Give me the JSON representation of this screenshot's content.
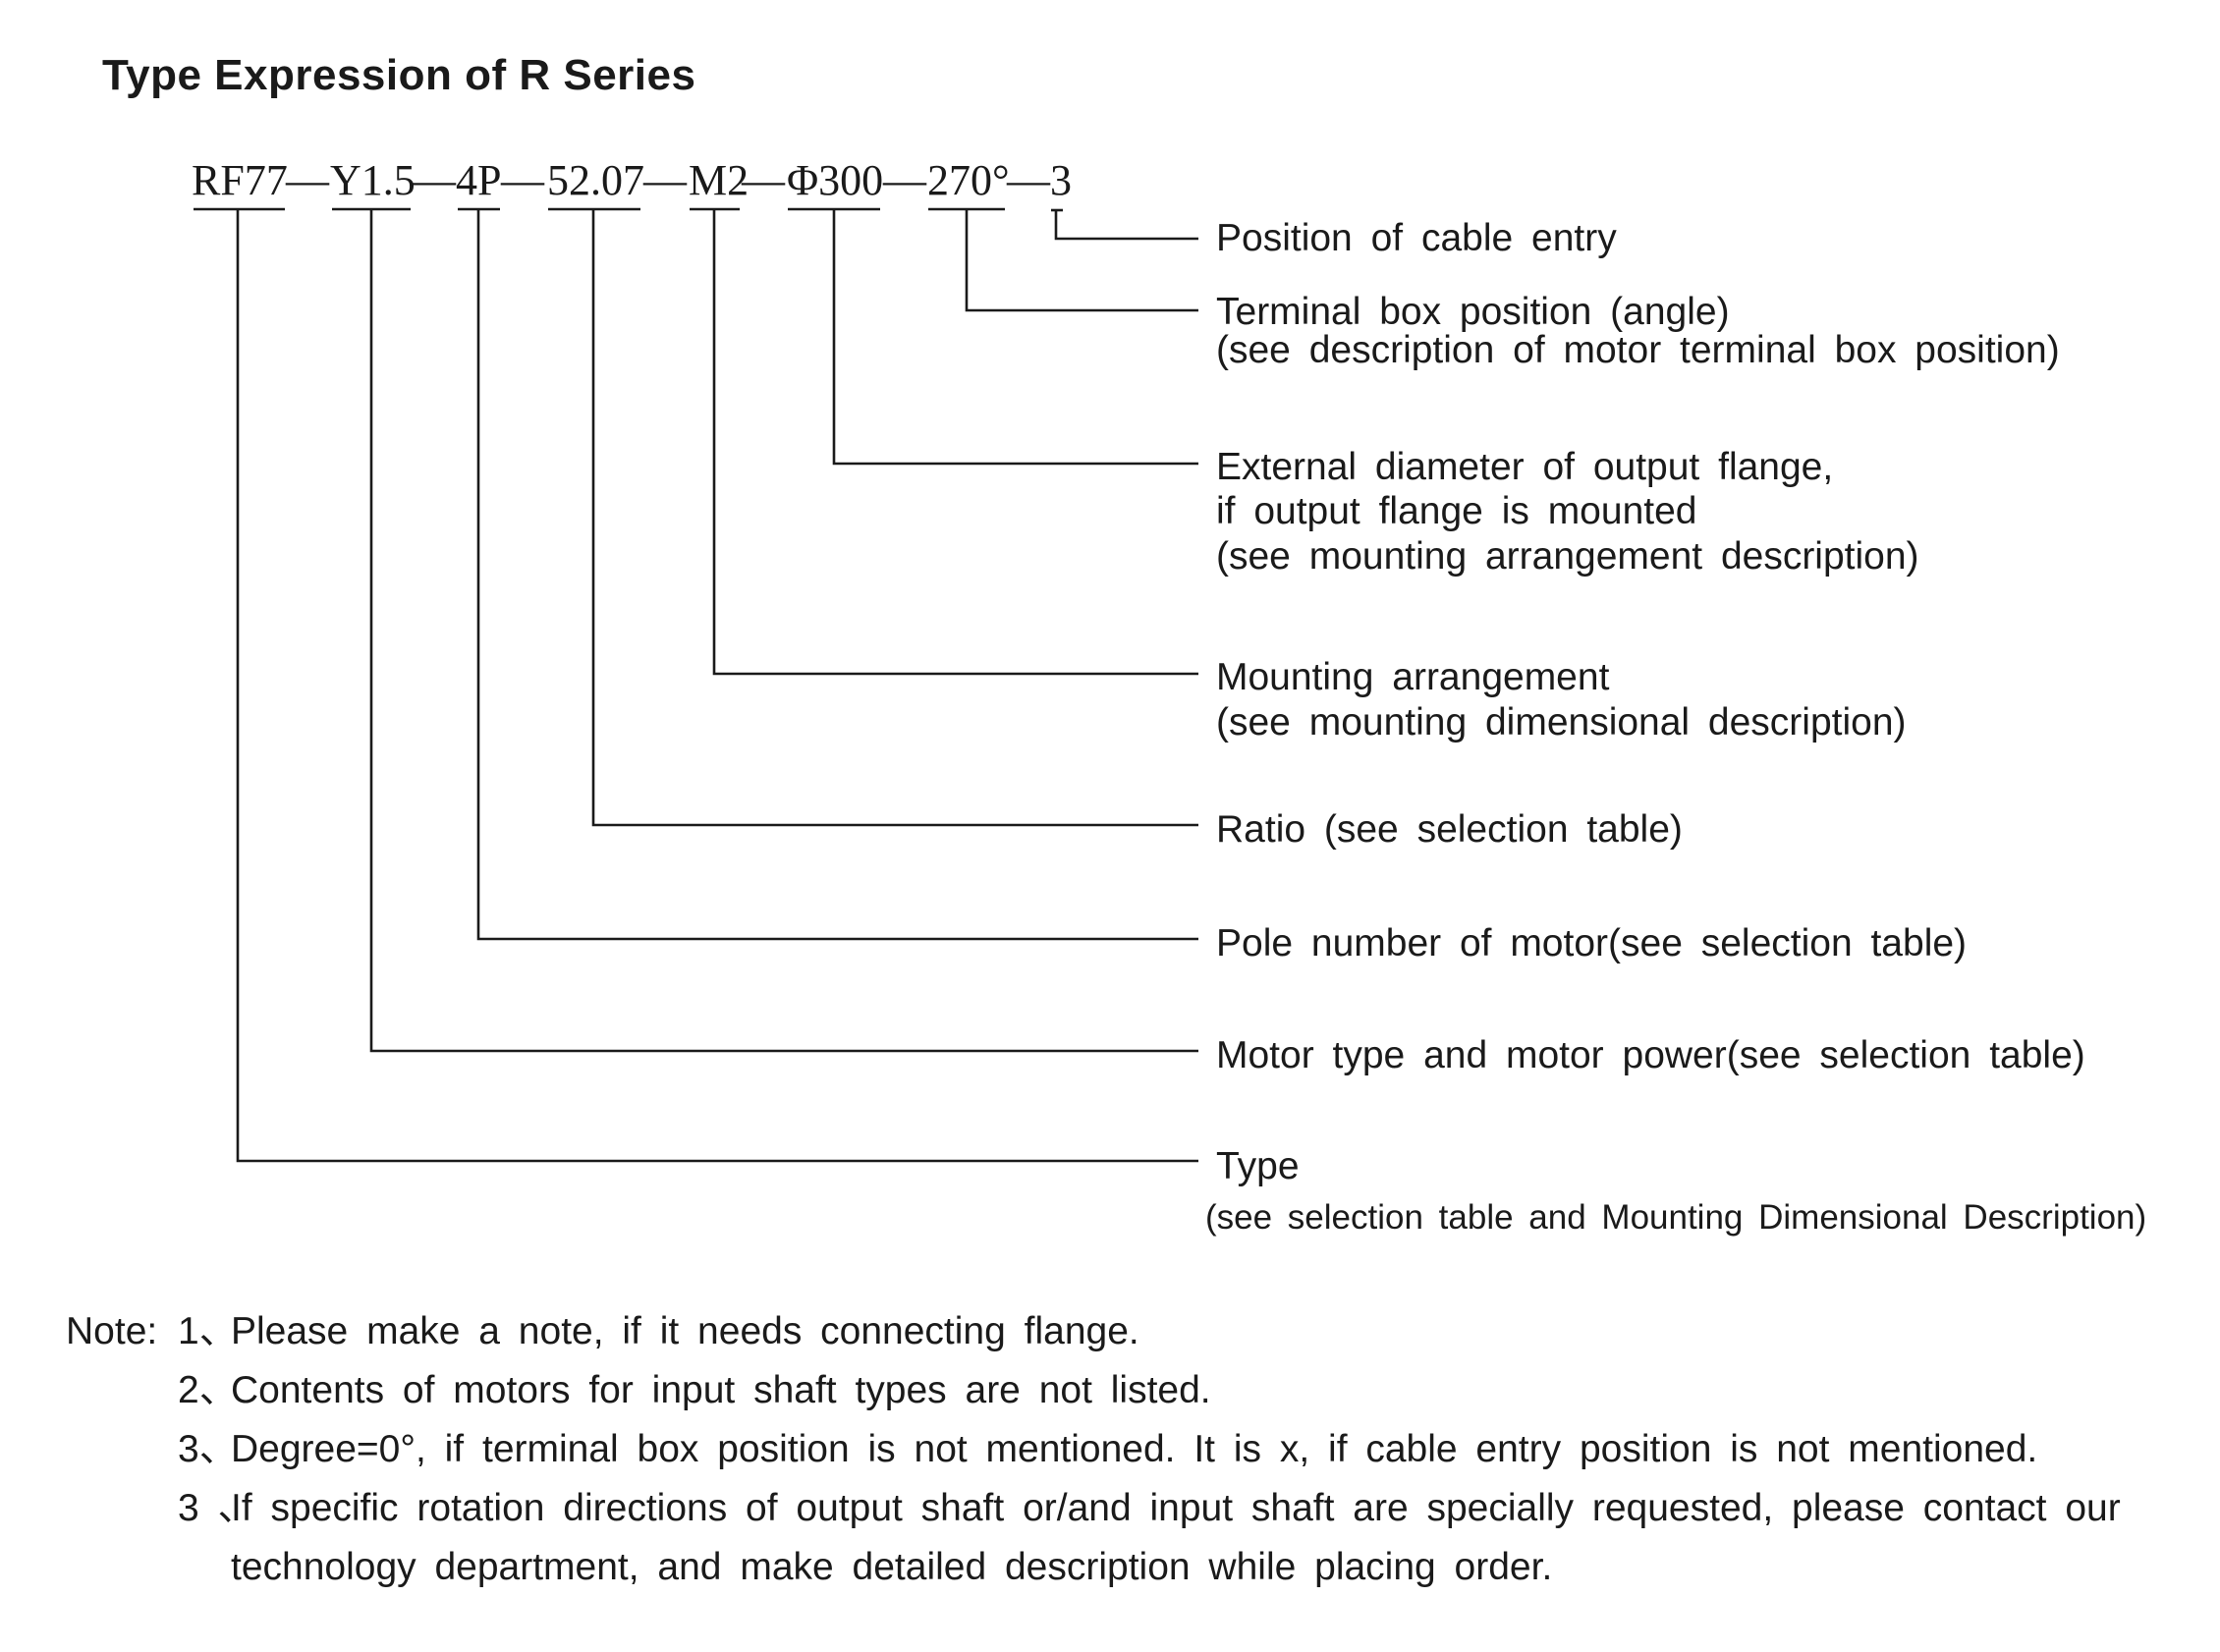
{
  "title": "Type Expression of R Series",
  "code": {
    "parts": [
      "RF77",
      "Y1.5",
      "4P",
      "52.07",
      "M2",
      "Φ300",
      "270°",
      "3"
    ],
    "separator": "—"
  },
  "labels": [
    {
      "lines": [
        "Position of cable entry"
      ]
    },
    {
      "lines": [
        "Terminal box position (angle)",
        "(see description of motor terminal box position)"
      ]
    },
    {
      "lines": [
        "External diameter of output flange,",
        "if output flange is mounted",
        "(see mounting arrangement description)"
      ]
    },
    {
      "lines": [
        "Mounting arrangement",
        "(see mounting dimensional description)"
      ]
    },
    {
      "lines": [
        "Ratio (see selection table)"
      ]
    },
    {
      "lines": [
        "Pole number of motor(see selection table)"
      ]
    },
    {
      "lines": [
        "Motor type and motor power(see selection table)"
      ]
    },
    {
      "lines": [
        "Type",
        "(see selection table and Mounting Dimensional Description)"
      ]
    }
  ],
  "notes": {
    "prefix": "Note:",
    "items": [
      {
        "num": "1、",
        "text": "Please make a note, if it needs connecting flange."
      },
      {
        "num": "2、",
        "text": "Contents of motors for input shaft types are not listed."
      },
      {
        "num": "3、",
        "text": "Degree=0°, if terminal box position is not mentioned. It is x, if cable entry position is not mentioned."
      },
      {
        "num": "3 、",
        "text": "If specific rotation directions of output shaft or/and input shaft are specially requested, please contact our",
        "continuation": "technology department, and make detailed description while placing order."
      }
    ]
  }
}
